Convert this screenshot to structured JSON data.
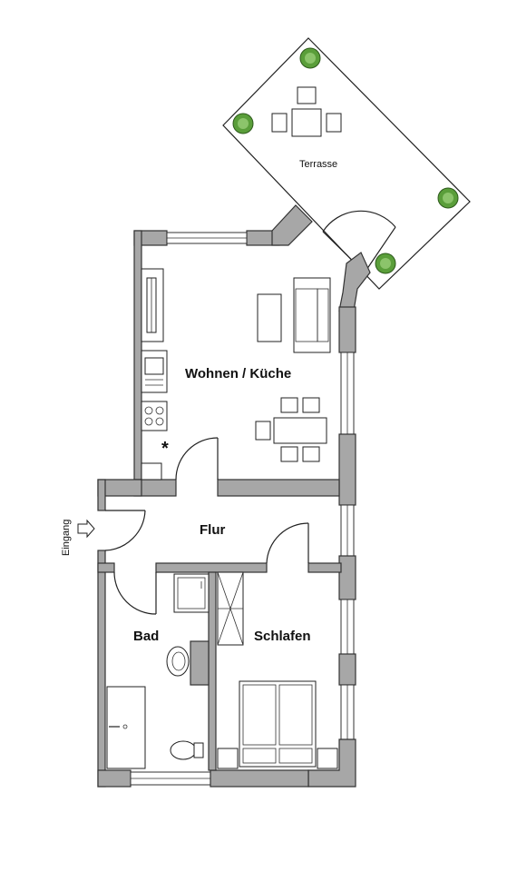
{
  "labels": {
    "terrace": "Terrasse",
    "living_kitchen": "Wohnen / Küche",
    "hall": "Flur",
    "bath": "Bad",
    "bedroom": "Schlafen",
    "entrance": "Eingang",
    "marker": "*"
  },
  "colors": {
    "wall": "#a7a7a7",
    "outline": "#222222",
    "plant": "#5a9e3a"
  }
}
